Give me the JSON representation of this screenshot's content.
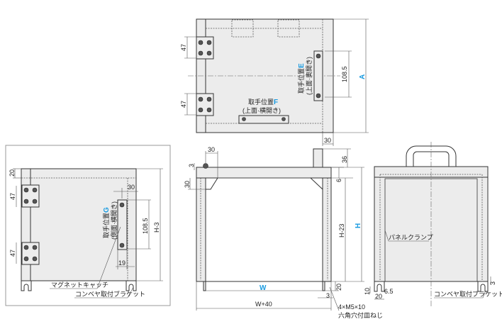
{
  "top_view": {
    "dim_hinge_upper": "47",
    "dim_hinge_lower": "47",
    "dim_handle_pitch": "108.5",
    "dim_depth": "A",
    "dim_side_strip": "30",
    "handle_e_label": "取手位置",
    "handle_e_letter": "E",
    "handle_e_sub": "(上面·奥開き)",
    "handle_f_label": "取手位置",
    "handle_f_letter": "F",
    "handle_f_sub": "(上面·横開き)"
  },
  "side_door_view": {
    "dim_top": "20",
    "dim_hinge_upper": "47",
    "dim_hinge_lower": "47",
    "dim_offset": "30",
    "dim_handle_pitch": "108.5",
    "dim_height": "H-3",
    "dim_bottom": "19",
    "handle_g_label": "取手位置",
    "handle_g_letter": "G",
    "handle_g_sub": "(側面·横開き)",
    "callout_magnet": "マグネットキャッチ",
    "callout_bracket": "コンベヤ取付ブラケット"
  },
  "front_view": {
    "dim_handle_width": "30",
    "dim_handle_height": "36",
    "dim_plate": "3",
    "dim_gusset": "30",
    "dim_gap": "6",
    "dim_inner_height": "H-23",
    "dim_height": "H",
    "dim_foot": "20",
    "dim_foot_offset": "3",
    "dim_width": "W",
    "dim_outer_width": "W+40",
    "screw_spec": "4×M5×10",
    "screw_type": "六角穴付皿ねじ"
  },
  "end_view": {
    "callout_clamp": "パネルクランプ",
    "callout_bracket": "コンベヤ取付ブラケット",
    "dim_slot_height": "10",
    "dim_slot_width": "6.5",
    "dim_foot_width": "20",
    "dim_foot_gap": "3"
  },
  "colors": {
    "accent": "#1a9be0"
  }
}
